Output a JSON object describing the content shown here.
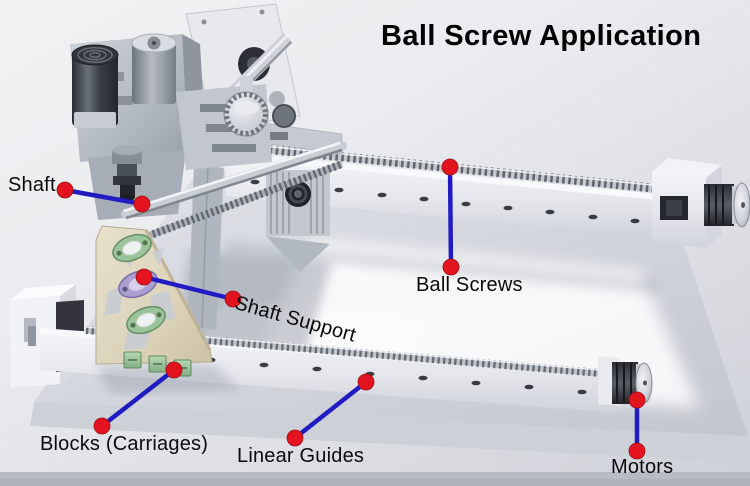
{
  "figure": {
    "title": "Ball Screw Application",
    "subject": "3D render of a CNC linear-motion stage annotated with ball screw components"
  },
  "annotations": {
    "shaft": {
      "label": "Shaft"
    },
    "shaft_support": {
      "label": "Shaft Support"
    },
    "ball_screws": {
      "label": "Ball Screws"
    },
    "blocks": {
      "label": "Blocks (Carriages)"
    },
    "linear_guides": {
      "label": "Linear Guides"
    },
    "motors": {
      "label": "Motors"
    }
  },
  "colors": {
    "leader_line": "#211cc2",
    "marker_dot": "#e3141f",
    "title_text": "#000000",
    "label_text": "#0b0b0c",
    "background_top": "#f2f2f4",
    "background_bottom": "#cdd0d7",
    "machine_metal": "#c8ccd4",
    "shaft_support_plate": "#ddd4bd",
    "bearing_green": "#9cc49a",
    "bearing_purple": "#ab9fd1"
  }
}
